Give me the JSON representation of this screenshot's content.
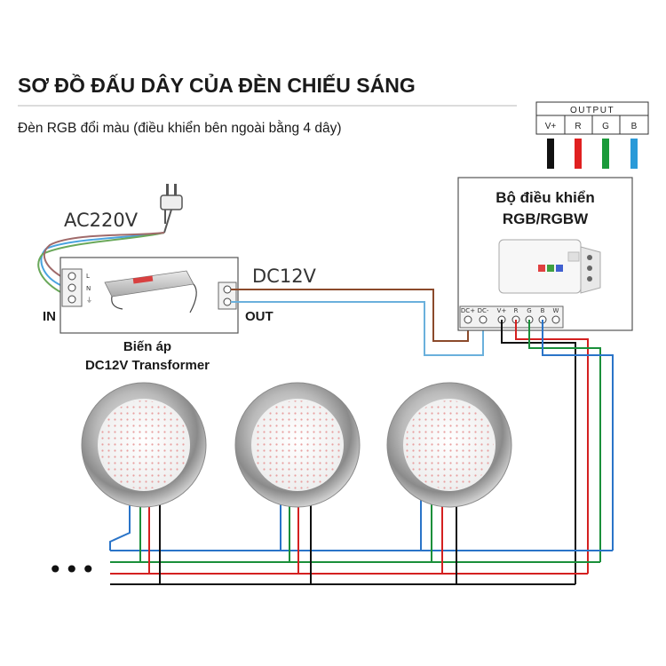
{
  "header": {
    "title": "SƠ ĐỒ ĐẤU DÂY CỦA ĐÈN CHIẾU SÁNG",
    "subtitle": "Đèn RGB đổi màu (điều khiển bên ngoài bằng 4 dây)"
  },
  "output_table": {
    "heading": "OUTPUT",
    "columns": [
      "V+",
      "R",
      "G",
      "B"
    ],
    "colors": [
      "#111111",
      "#e02020",
      "#1a9a3a",
      "#2a9ad8"
    ]
  },
  "power": {
    "ac_label": "AC220V",
    "dc_label": "DC12V"
  },
  "transformer": {
    "terminals": [
      "L",
      "N",
      "⏚"
    ],
    "in_label": "IN",
    "out_label": "OUT",
    "name_line1": "Biến áp",
    "name_line2": "DC12V Transformer"
  },
  "controller": {
    "name_line1": "Bộ điều khiển",
    "name_line2": "RGB/RGBW",
    "terminals": [
      "DC+",
      "DC-",
      "V+",
      "R",
      "G",
      "B",
      "W"
    ]
  },
  "lamps": {
    "continuation": "•••"
  },
  "colors": {
    "brown": "#8b4a2b",
    "light_blue": "#6ab0dc",
    "black": "#111111",
    "red": "#d42020",
    "green": "#1a8f3a",
    "blue": "#2a74c8"
  }
}
